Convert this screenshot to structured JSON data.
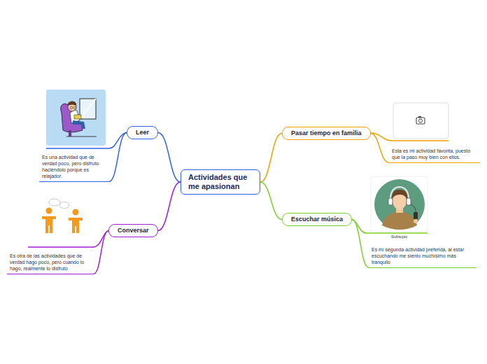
{
  "diagram": {
    "nodes": [
      {
        "text": [
          "Actividades que me apasionan"
        ]
      },
      {
        "text": [
          "Leer"
        ]
      },
      {
        "text": [
          "Pasar tiempo en familia"
        ]
      },
      {
        "text": [
          "Escuchar música"
        ]
      },
      {
        "text": [
          "Conversar"
        ]
      },
      {
        "text": [
          "Es una actividad que de verdad poco, pero disfruto haciéndolo porque es relajador."
        ]
      },
      {
        "text": [
          "Esta es mi actividad favorita, puesto que la paso muy bien con ellos."
        ]
      },
      {
        "text": [
          "Es mi segunda actividad preferida, al estar escuchando me siento muchísimo más tranquilo"
        ]
      },
      {
        "text": [
          "Es otra de las actividades que de verdad hago poco, pero cuando lo hago, realmente lo disfruto"
        ]
      }
    ],
    "edges": [
      {
        "from": 0,
        "to": 1,
        "arrow": "none"
      },
      {
        "from": 0,
        "to": 2,
        "arrow": "none"
      },
      {
        "from": 0,
        "to": 3,
        "arrow": "none"
      },
      {
        "from": 0,
        "to": 4,
        "arrow": "none"
      },
      {
        "from": 1,
        "to": 5,
        "arrow": "none"
      },
      {
        "from": 2,
        "to": 6,
        "arrow": "none"
      },
      {
        "from": 3,
        "to": 7,
        "arrow": "none"
      },
      {
        "from": 4,
        "to": 8,
        "arrow": "none"
      }
    ],
    "labels": [
      "Subtopic"
    ]
  }
}
